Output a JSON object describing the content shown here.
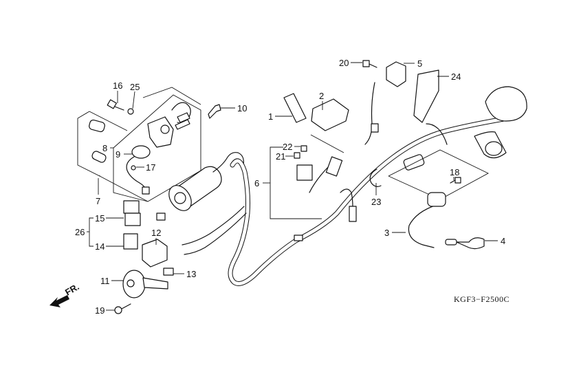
{
  "diagram": {
    "title": "Wire Harness / Ignition Coil parts diagram",
    "code": "KGF3−F2500C",
    "front_marker": "FR.",
    "callouts": [
      {
        "id": "1",
        "label": "1"
      },
      {
        "id": "2",
        "label": "2"
      },
      {
        "id": "3",
        "label": "3"
      },
      {
        "id": "4",
        "label": "4"
      },
      {
        "id": "5",
        "label": "5"
      },
      {
        "id": "6",
        "label": "6"
      },
      {
        "id": "7",
        "label": "7"
      },
      {
        "id": "8",
        "label": "8"
      },
      {
        "id": "9",
        "label": "9"
      },
      {
        "id": "10",
        "label": "10"
      },
      {
        "id": "11",
        "label": "11"
      },
      {
        "id": "12",
        "label": "12"
      },
      {
        "id": "13",
        "label": "13"
      },
      {
        "id": "14",
        "label": "14"
      },
      {
        "id": "15",
        "label": "15"
      },
      {
        "id": "16",
        "label": "16"
      },
      {
        "id": "17",
        "label": "17"
      },
      {
        "id": "18",
        "label": "18"
      },
      {
        "id": "19",
        "label": "19"
      },
      {
        "id": "20",
        "label": "20"
      },
      {
        "id": "21",
        "label": "21"
      },
      {
        "id": "22",
        "label": "22"
      },
      {
        "id": "23",
        "label": "23"
      },
      {
        "id": "24",
        "label": "24"
      },
      {
        "id": "25",
        "label": "25"
      },
      {
        "id": "26",
        "label": "26"
      }
    ]
  }
}
